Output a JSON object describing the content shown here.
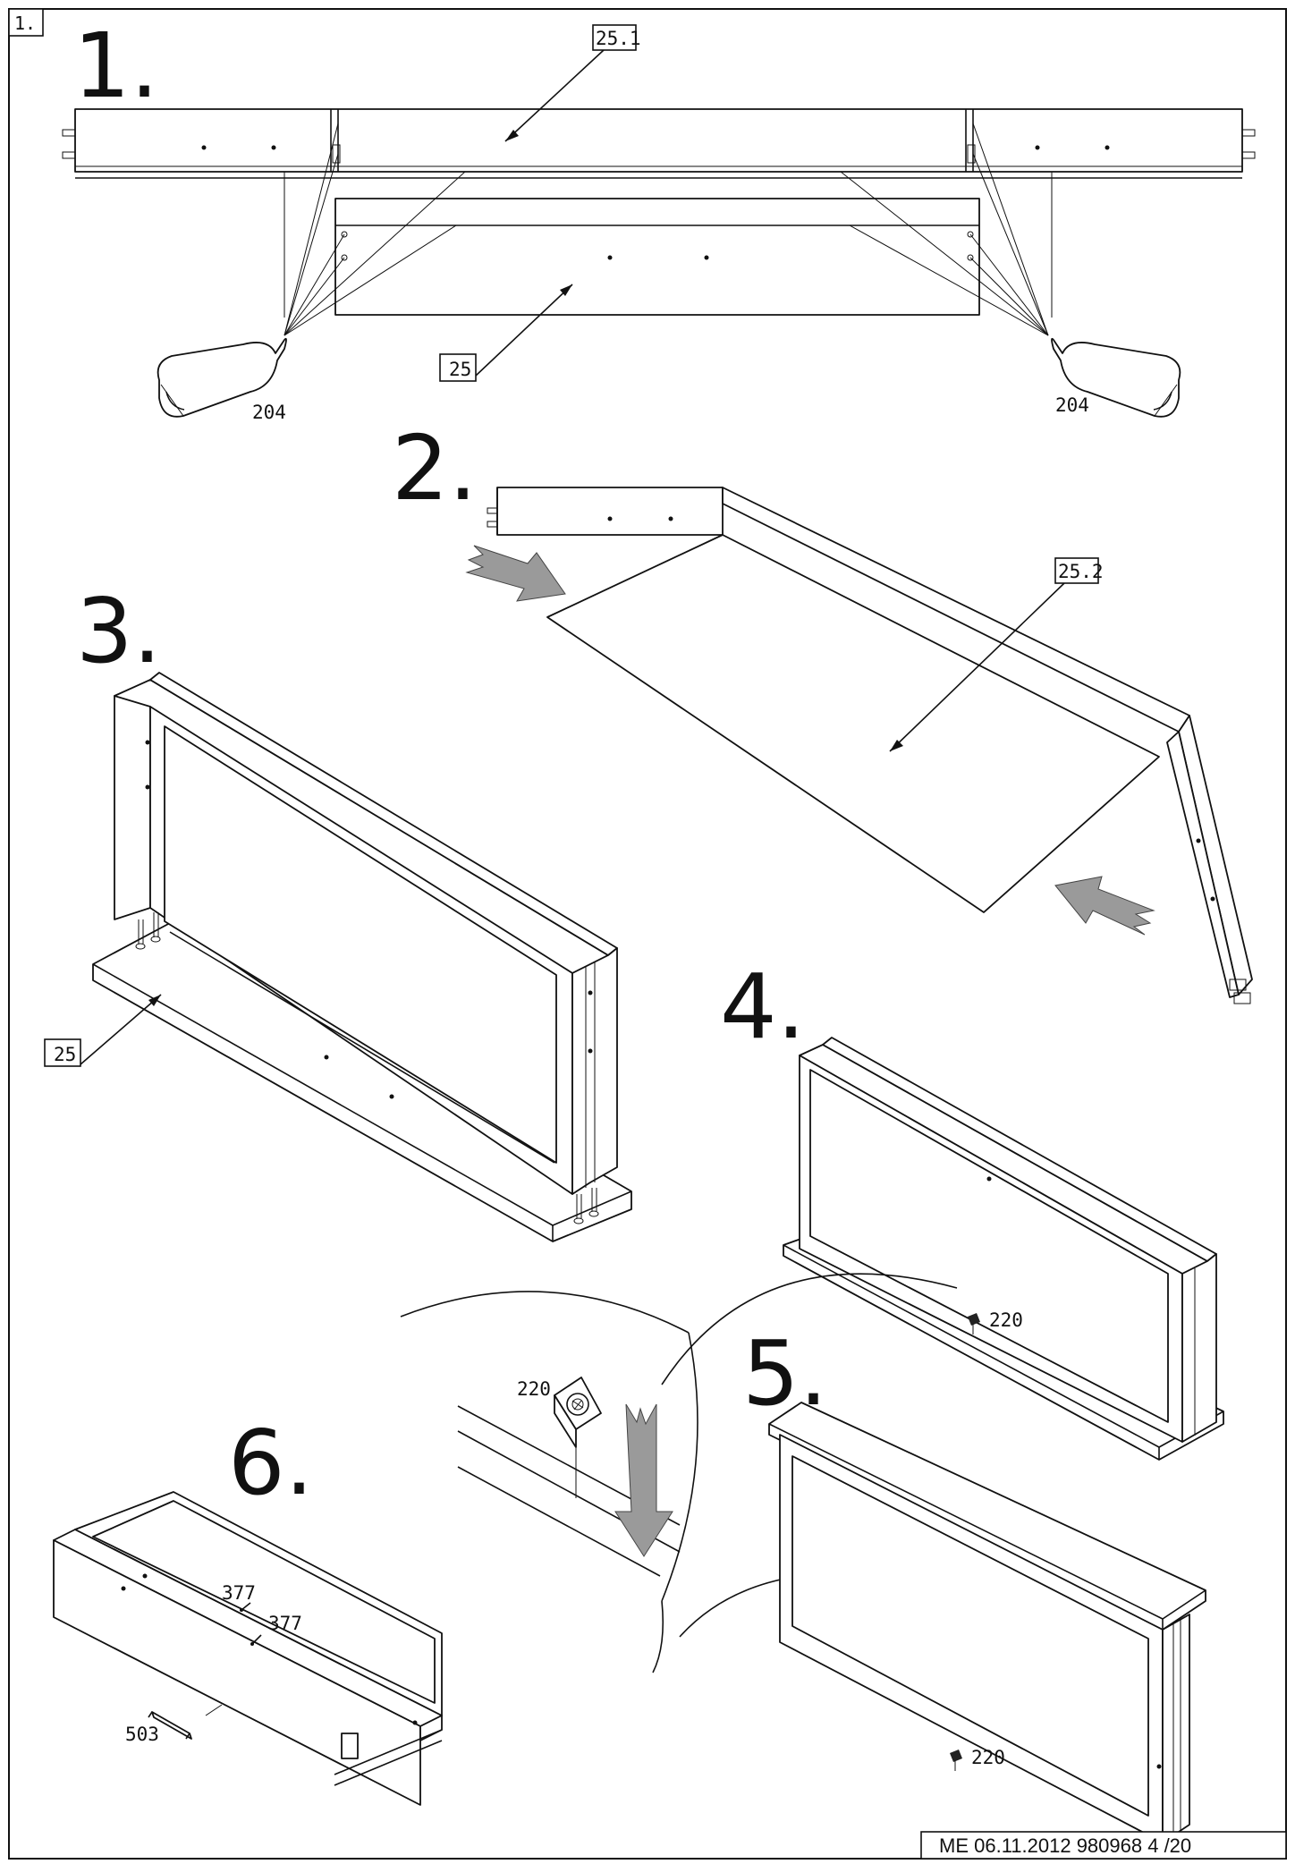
{
  "page": {
    "corner_tag": "1.",
    "footer": "ME   06.11.2012 980968  4 /20"
  },
  "steps": [
    {
      "number": "1.",
      "labels": [
        "25.1",
        "25",
        "204",
        "204"
      ]
    },
    {
      "number": "2.",
      "labels": [
        "25.2"
      ]
    },
    {
      "number": "3.",
      "labels": [
        "25"
      ]
    },
    {
      "number": "4.",
      "labels": [
        "220"
      ]
    },
    {
      "number": "5.",
      "labels": [
        "220",
        "220"
      ]
    },
    {
      "number": "6.",
      "labels": [
        "377",
        "377",
        "503"
      ]
    }
  ],
  "icons": [
    "glue-bottle-icon",
    "insert-arrow-icon",
    "press-down-arrow-icon",
    "corner-bracket-icon"
  ]
}
